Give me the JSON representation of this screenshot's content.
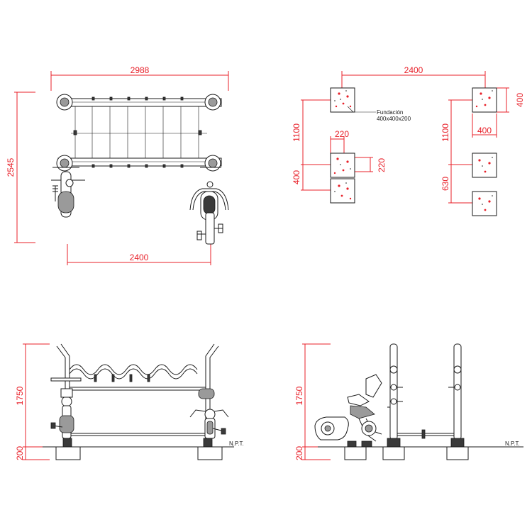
{
  "drawing": {
    "colors": {
      "dimension": "#e8212a",
      "line": "#1a1a1a",
      "background": "#ffffff"
    },
    "top_view": {
      "dims": {
        "overall_width": "2988",
        "overall_depth": "2545",
        "base_width": "2400"
      }
    },
    "foundation_plan": {
      "dims": {
        "total_width": "2400",
        "left_spacing": "1100",
        "left_offset_x": "220",
        "left_offset_y": "220",
        "left_pad": "400",
        "right_spacing": "1100",
        "right_spacing_b": "630",
        "right_pad_w": "400",
        "right_pad_h": "400"
      },
      "note_line1": "Fundación",
      "note_line2": "400x400x200"
    },
    "front_elevation": {
      "dims": {
        "height": "1750",
        "depth": "200"
      },
      "ground_label": "N.P.T."
    },
    "side_elevation": {
      "dims": {
        "height": "1750",
        "depth": "200"
      },
      "ground_label": "N.P.T."
    }
  }
}
